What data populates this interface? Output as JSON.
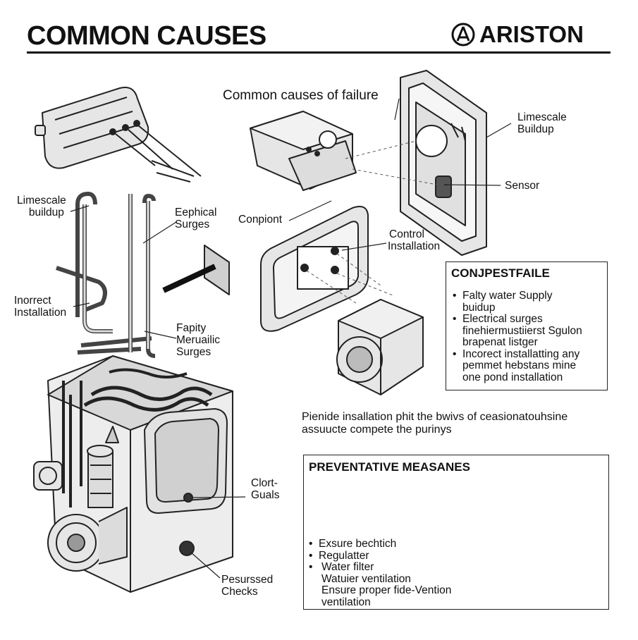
{
  "header": {
    "title": "COMMON CAUSES",
    "brand": "ARISTON"
  },
  "labels": {
    "common_causes_of_failure": "Common causes of failure",
    "limescale_top": [
      "Limescale",
      "Buildup"
    ],
    "limescale_left": [
      "Limescale",
      "buildup"
    ],
    "sensor": "Sensor",
    "eephical_surges": [
      "Eephical",
      "Surges"
    ],
    "conpiont": "Conpiont",
    "control_installation": [
      "Control",
      "Installation"
    ],
    "inorrect_installation": [
      "Inorrect",
      "Installation"
    ],
    "fapity_meruailic_surges": [
      "Fapity",
      "Meruailic",
      "Surges"
    ],
    "clont_guals": [
      "Clort-",
      "Guals"
    ],
    "pressured_checks": [
      "Pesurssed",
      "Checks"
    ]
  },
  "causes_box": {
    "heading": "CONJPESTFAILE",
    "lines": [
      {
        "text": "Falty water Supply",
        "bullet": true
      },
      {
        "text": "buidup",
        "bullet": false
      },
      {
        "text": "Electrical surges",
        "bullet": true
      },
      {
        "text": "finehiermustiierst Sgulon",
        "bullet": false
      },
      {
        "text": "brapenat listger",
        "bullet": false
      },
      {
        "text": "Incorect installatting any",
        "bullet": true
      },
      {
        "text": "pemmet hebstans mine",
        "bullet": false
      },
      {
        "text": "one pond installation",
        "bullet": false
      }
    ]
  },
  "mid_text": [
    "Pienide insallation phit the bwivs of ceasionatouhsine",
    "assuucte compete the purinys"
  ],
  "preventative_box": {
    "heading": "PREVENTATIVE MEASANES",
    "lines": [
      {
        "text": "Exsure bechtich",
        "bullet": true
      },
      {
        "text": "Regulatter",
        "bullet": true
      },
      {
        "text": "Water filter",
        "bullet": true
      },
      {
        "text": "Watuier ventilation",
        "bullet": false
      },
      {
        "text": "Ensure proper fide-Vention",
        "bullet": false
      },
      {
        "text": "ventilation",
        "bullet": false
      }
    ]
  }
}
